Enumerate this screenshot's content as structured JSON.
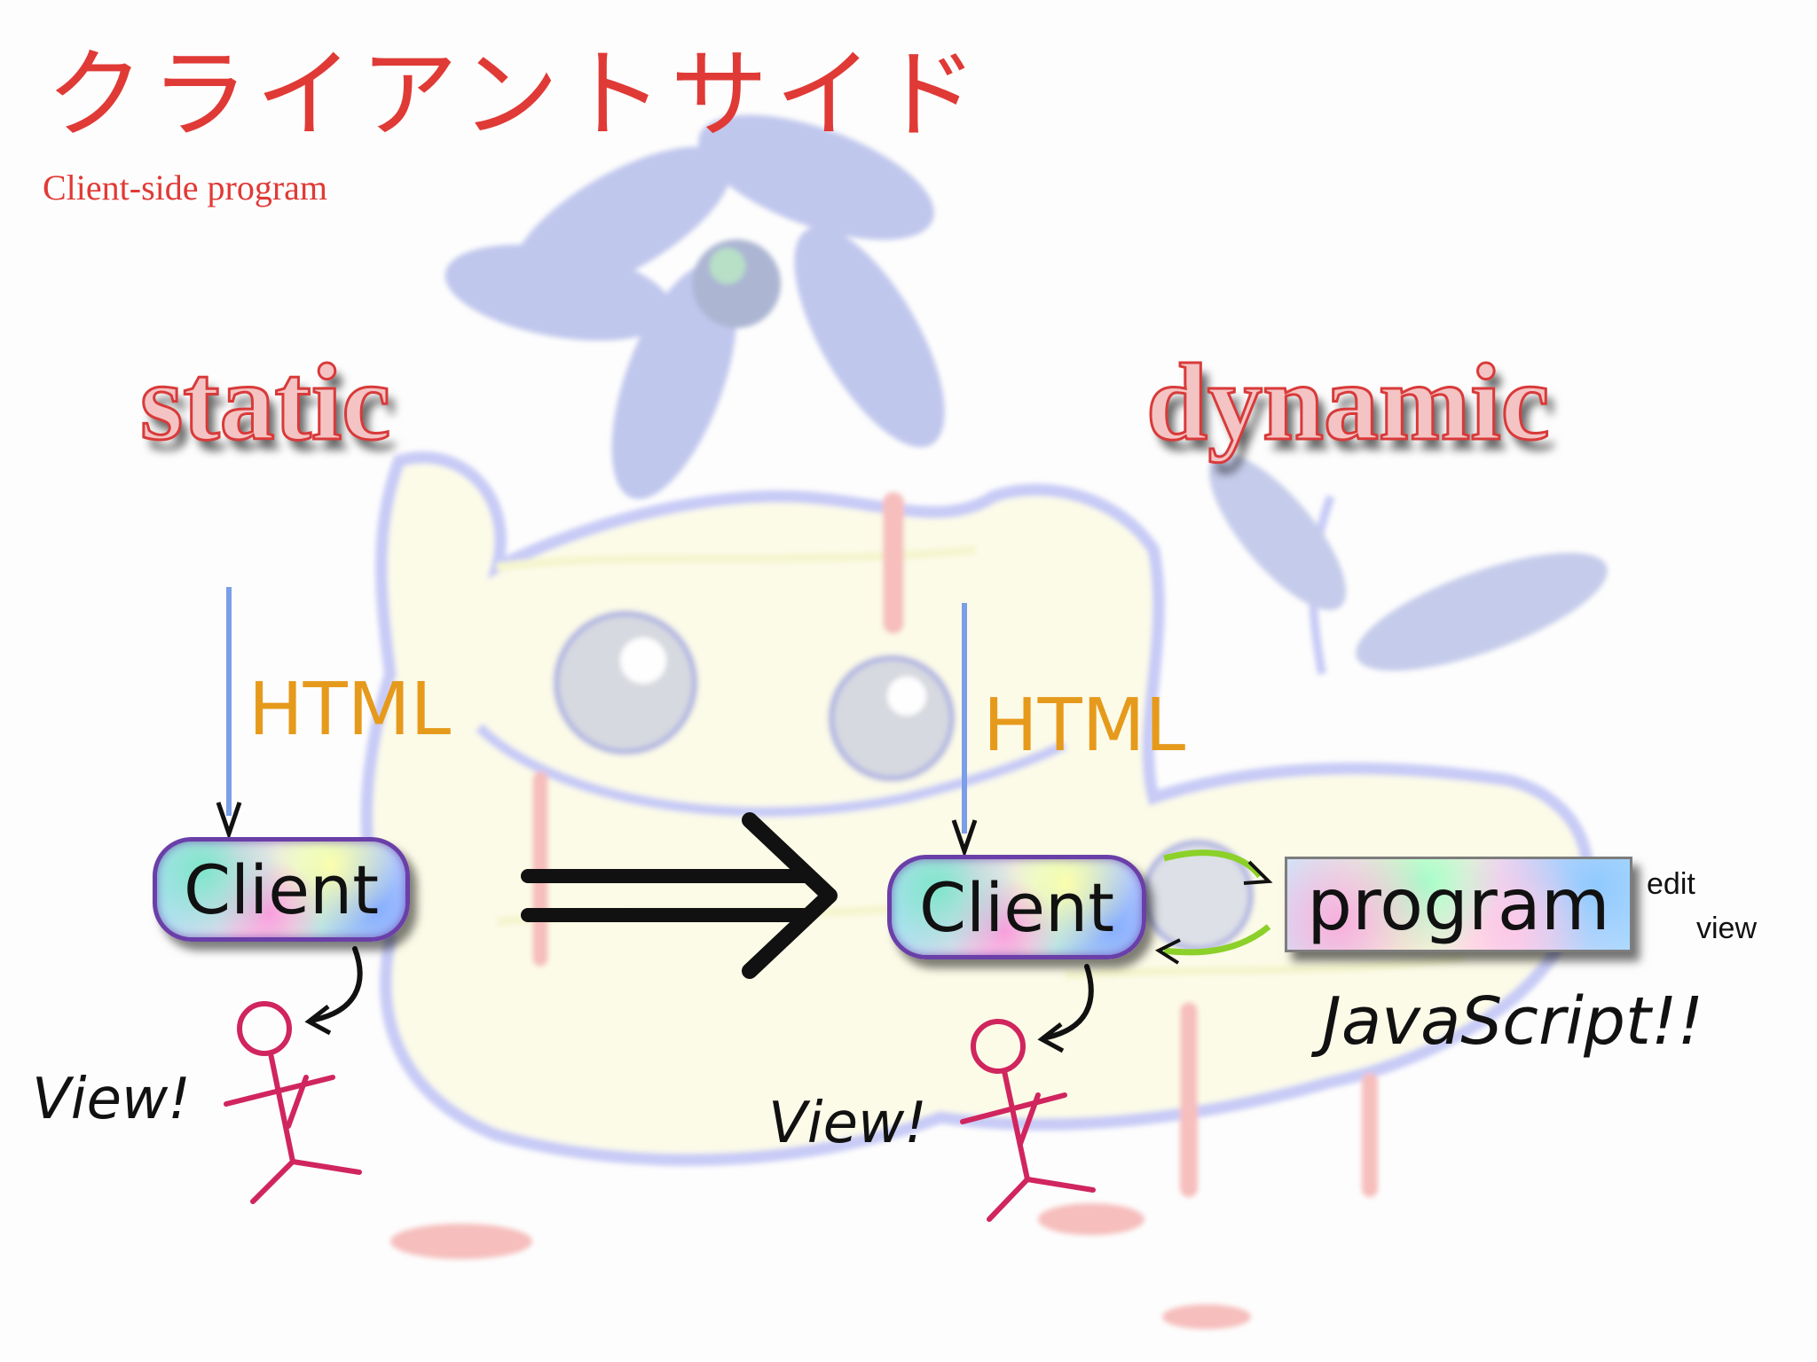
{
  "title": {
    "japanese": "クライアントサイド",
    "english": "Client-side program"
  },
  "left_panel": {
    "heading": "static",
    "arrow_label": "HTML",
    "node_label": "Client",
    "viewer_label": "View!"
  },
  "transition_arrow": {
    "icon": "double-right-arrow-icon"
  },
  "right_panel": {
    "heading": "dynamic",
    "arrow_label": "HTML",
    "node_label": "Client",
    "program_label": "program",
    "program_action_edit": "edit",
    "program_action_view": "view",
    "language_label": "JavaScript!!",
    "viewer_label": "View!"
  },
  "colors": {
    "title_red": "#e03a36",
    "html_orange": "#e69a1c",
    "arrow_blue": "#7b9ee8",
    "cycle_green": "#8cd02a",
    "stick_figure": "#d0255e",
    "background_sketch": "#a8aef0"
  }
}
